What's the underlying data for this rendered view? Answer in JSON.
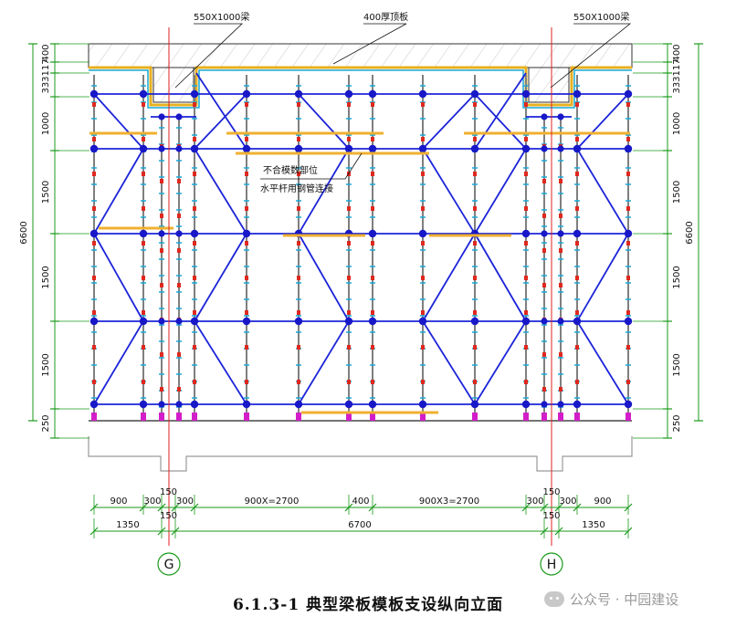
{
  "labels": {
    "beam_left": "550X1000梁",
    "slab": "400厚顶板",
    "beam_right": "550X1000梁",
    "note_line1": "不合模数部位",
    "note_line2": "水平杆用钢管连接"
  },
  "dims_left": [
    "400",
    "117",
    "333",
    "1000",
    "1500",
    "1500",
    "1500",
    "250"
  ],
  "dims_right": [
    "400",
    "117",
    "333",
    "1000",
    "1500",
    "1500",
    "1500",
    "250"
  ],
  "dim_total_left": "6600",
  "dim_total_right": "6600",
  "dims_bottom_row1": [
    "900",
    "300",
    "150",
    "300",
    "900X=2700",
    "400",
    "900X3=2700",
    "300",
    "150",
    "300",
    "900"
  ],
  "dims_bottom_row2": [
    "1350",
    "150",
    "6700",
    "150",
    "1350"
  ],
  "axes": [
    "G",
    "H"
  ],
  "caption": "6.1.3-1  典型梁板模板支设纵向立面",
  "watermark": "公众号 · 中园建设",
  "colors": {
    "pole": "#7f7f7f",
    "brace": "#1c24d8",
    "node": "#1818c8",
    "tie": "#18a8d8",
    "red": "#e0281e",
    "magenta": "#d21ec8",
    "plank": "#f0b030",
    "dim": "#1a9a1a",
    "axis": "#e02020"
  },
  "wm_icon": "wechat-icon"
}
